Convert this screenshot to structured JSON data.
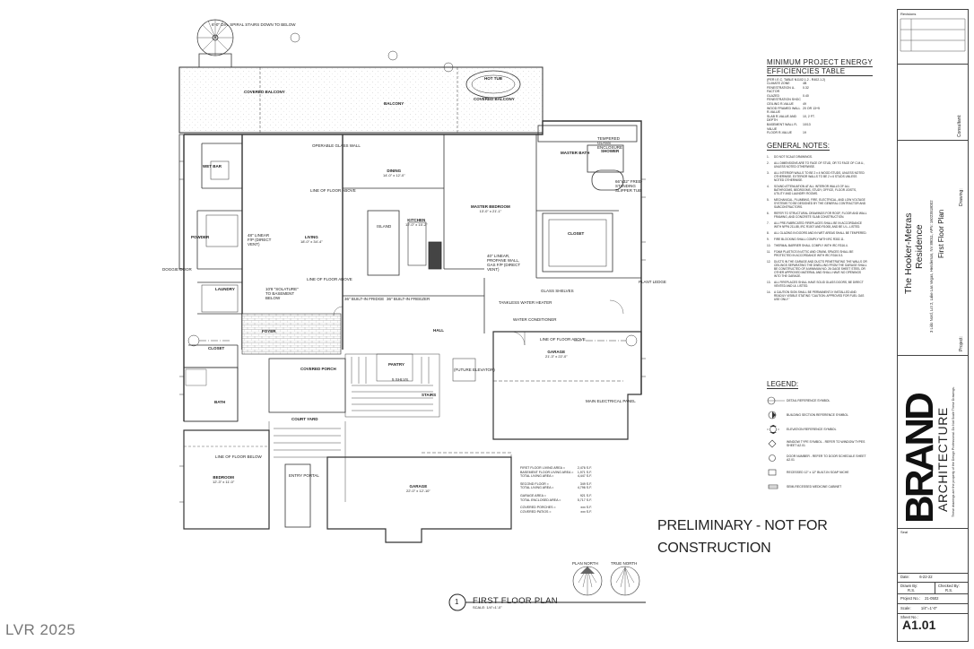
{
  "plan": {
    "title": "FIRST FLOOR PLAN",
    "scale": "SCALE: 1/4\"=1'-0\"",
    "callout_number": "1",
    "notice_line1": "PRELIMINARY - NOT FOR",
    "notice_line2": "CONSTRUCTION",
    "watermark": "LVR 2025",
    "spiral_note": "6'-0\" DIA. SPIRAL STAIRS DOWN TO BELOW",
    "north": {
      "plan": "PLAN NORTH",
      "true": "TRUE NORTH"
    },
    "rooms": {
      "covered_balcony_1": "COVERED BALCONY",
      "balcony": "BALCONY",
      "covered_balcony_2": "COVERED BALCONY",
      "hot_tub": "HOT TUB",
      "operable_glass_wall": "OPERABLE GLASS WALL",
      "dining": "DINING",
      "dining_dim": "14'-0\" x 12'-0\"",
      "master_bedroom": "MASTER BEDROOM",
      "master_bedroom_dim": "13'-0\" x 21'-1\"",
      "master_bath": "MASTER BATH",
      "shower": "SHOWER",
      "closet": "CLOSET",
      "kitchen": "KITCHEN",
      "kitchen_dim": "12'-0\" x 15'-2\"",
      "island": "ISLAND",
      "living": "LIVING",
      "living_dim": "18'-0\" x 34'-4\"",
      "powder": "POWDER",
      "wet_bar": "WET BAR",
      "laundry": "LAUNDRY",
      "foyer": "FOYER",
      "closet_2": "CLOSET",
      "covered_porch": "COVERED PORCH",
      "bath": "BATH",
      "bedroom": "BEDROOM",
      "bedroom_dim": "12'-3\" x 11'-0\"",
      "pantry": "PANTRY",
      "stairs": "STAIRS",
      "garage_1": "GARAGE",
      "garage_1_dim": "21'-3\" x 22'-0\"",
      "garage_2": "GARAGE",
      "garage_2_dim": "22'-0\" x 12'-10\"",
      "courtyard": "COURT YARD",
      "entry_portal": "ENTRY PORTAL",
      "future_elevator": "(FUTURE ELEVATOR)",
      "hall": "HALL",
      "tankless": "TANKLESS WATER HEATER",
      "water_conditioner": "WATER CONDITIONER",
      "main_panel": "MAIN ELECTRICAL PANEL",
      "glass_shelves": "GLASS SHELVES",
      "plant_ledge": "PLANT LEDGE",
      "line_of_floor_above": "LINE OF FLOOR ABOVE",
      "line_of_floor_below": "LINE OF FLOOR BELOW",
      "freestanding_tub": "66\"x32\" FREE-STANDING SLIPPER TUB",
      "tempered_glass": "TEMPERED GLASS ENCLOSURE",
      "doggie_door": "DOGGIE DOOR",
      "linear_fp_1": "48\" LINEAR F/P (DIRECT VENT)",
      "linear_fp_2": "40\" LINEAR, PROPANE WALL, GAS F/P (DIRECT VENT)",
      "builtin": "36\" BUILT-IN FRIDGE",
      "builtin_2": "36\" BUILT-IN FREEZER",
      "five_shelves": "5 SHLVS.",
      "stair_note": "10'8 \"SOLATURE\" TO BASEMENT BELOW"
    },
    "areas": [
      {
        "label": "FIRST FLOOR LIVING AREA =",
        "value": "2,476 S.F."
      },
      {
        "label": "BASEMENT FLOOR LIVING AREA =",
        "value": "1,971 S.F."
      },
      {
        "label": "TOTAL LIVING AREA =",
        "value": "4,447 S.F."
      },
      {
        "label": "SECOND FLOOR =",
        "value": "349 S.F."
      },
      {
        "label": "TOTAL LIVING AREA =",
        "value": "4,796 S.F."
      },
      {
        "label": "GARAGE AREA =",
        "value": "921 S.F."
      },
      {
        "label": "TOTAL ENCLOSED AREA =",
        "value": "5,717 S.F."
      },
      {
        "label": "COVERED PORCHES =",
        "value": "xxx S.F."
      },
      {
        "label": "COVERED PATIOS =",
        "value": "xxx S.F."
      }
    ]
  },
  "energy": {
    "title1": "MINIMUM PROJECT ENERGY",
    "title2": "EFFICIENCIES TABLE",
    "ref": "(PER I.E.C. TABLE N1102.1.2 - R402.1.2)",
    "rows": [
      {
        "k": "CLIMATE ZONE",
        "v": "4B"
      },
      {
        "k": "FENESTRATION U-FACTOR",
        "v": "0.32"
      },
      {
        "k": "GLAZED FENESTRATION SHGC",
        "v": "0.40"
      },
      {
        "k": "CEILING R-VALUE",
        "v": "49"
      },
      {
        "k": "WOOD FRAMED WALL R-VALUE",
        "v": "20 OR 13+5"
      },
      {
        "k": "SLAB R-VALUE AND DEPTH",
        "v": "10, 2 FT."
      },
      {
        "k": "BASEMENT WALL R-VALUE",
        "v": "10/13"
      },
      {
        "k": "FLOOR R-VALUE",
        "v": "19"
      }
    ]
  },
  "notes": {
    "title": "GENERAL NOTES:",
    "items": [
      "DO NOT SCALE DRAWINGS.",
      "ALL DIMENSIONS ARE TO FACE OF STUD, OR TO FACE OF C.M.U., UNLESS NOTED OTHERWISE.",
      "ALL INTERIOR WALLS TO BE 2 x 4 WOOD STUDS, UNLESS NOTED OTHERWISE. EXTERIOR WALLS TO BE 2 x 6 STUDS UNLESS NOTED OTHERWISE.",
      "SOUND ATTENUATION AT ALL INTERIOR WALLS OF ALL BATHROOMS, BEDROOMS, STUDY, OFFICE, FLOOR JOISTS, UTILITY AND LAUNDRY ROOMS.",
      "MECHANICAL, PLUMBING, FIRE, ELECTRICAL, AND LOW VOLTAGE SYSTEMS TO BE DESIGNED BY THE GENERAL CONTRACTOR AND SUBCONTRACTORS.",
      "REFER TO STRUCTURAL DRAWINGS FOR ROOF, FLOOR AND WALL FRAMING, AND CONCRETE SLAB CONSTRUCTION.",
      "ALL PRE-FABRICATED FIREPLACES SHALL BE IN ACCORDANCE WITH NFPA 211-88, IRC R1007 AND R1008, AND BE U.L.-LISTED.",
      "ALL GLAZING IN DOORS AND IN WET AREAS SHALL BE TEMPERED.",
      "FIRE BLOCKING SHALL COMPLY WITH IRC R302.11.",
      "THERMAL BARRIER SHALL COMPLY WITH IRC R316.4.",
      "FOAM PLASTICS IN ATTIC AND CRAWL SPACES SHALL BE PROTECTED IN ACCORDANCE WITH IRC R316.5.3.",
      "DUCTS IN THE GARAGE AND DUCTS PENETRATING THE WALLS OR CEILINGS SEPARATING THE DWELLING FROM THE GARAGE SHALL BE CONSTRUCTED OF A MINIMUM NO. 26 GAGE SHEET STEEL OR OTHER APPROVED MATERIAL AND SHALL HAVE NO OPENINGS INTO THE GARAGE.",
      "ALL FIREPLACES SHALL HAVE SOLID GLASS DOORS, BE DIRECT VENTED AND UL LISTED.",
      "A CAUTION SIGN SHALL BE PERMANENTLY INSTALLED AND READILY VISIBLE STATING \"CAUTION: APPROVED FOR FUEL GAS USE ONLY.\""
    ]
  },
  "legend": {
    "title": "LEGEND:",
    "items": [
      "DETAIL REFERENCE SYMBOL",
      "BUILDING SECTION REFERENCE SYMBOL",
      "ELEVATION REFERENCE SYMBOL",
      "WINDOW TYPE SYMBOL - REFER TO WINDOW TYPES SHEET A2.01",
      "DOOR NUMBER - REFER TO DOOR SCHEDULE SHEET A2.01",
      "RECESSED 12\" x 12\" BUILT-IN SOAP NICHE",
      "SEMI-RECESSED MEDICINE CABINET"
    ]
  },
  "titleblock": {
    "revisions": "Revisions",
    "consultant": "Consultant:",
    "project_label": "Project:",
    "project_name1": "The Hooker-Metras",
    "project_name2": "Residence",
    "project_addr": "3 Lido Nord, Lot 2, Lake Las Vegas, Henderson, NV  89011, APN: 16023518002",
    "drawing_label": "Drawing:",
    "drawing_name": "First Floor Plan",
    "logo": "BRAND",
    "logo_sub": "ARCHITECTURE",
    "copyright": "These drawings are the property of the Design Professional. Do Not Scale These Drawings.",
    "seal": "Seal",
    "date_label": "Date:",
    "date": "6-22-22",
    "drawn_label": "Drawn By:",
    "drawn": "R.S.",
    "checked_label": "Checked By:",
    "checked": "R.S.",
    "project_no_label": "Project No.:",
    "project_no": "21-0502",
    "scale_label": "Scale:",
    "scale": "1/4\"=1'-0\"",
    "sheet_label": "Sheet No.:",
    "sheet": "A1.01"
  }
}
